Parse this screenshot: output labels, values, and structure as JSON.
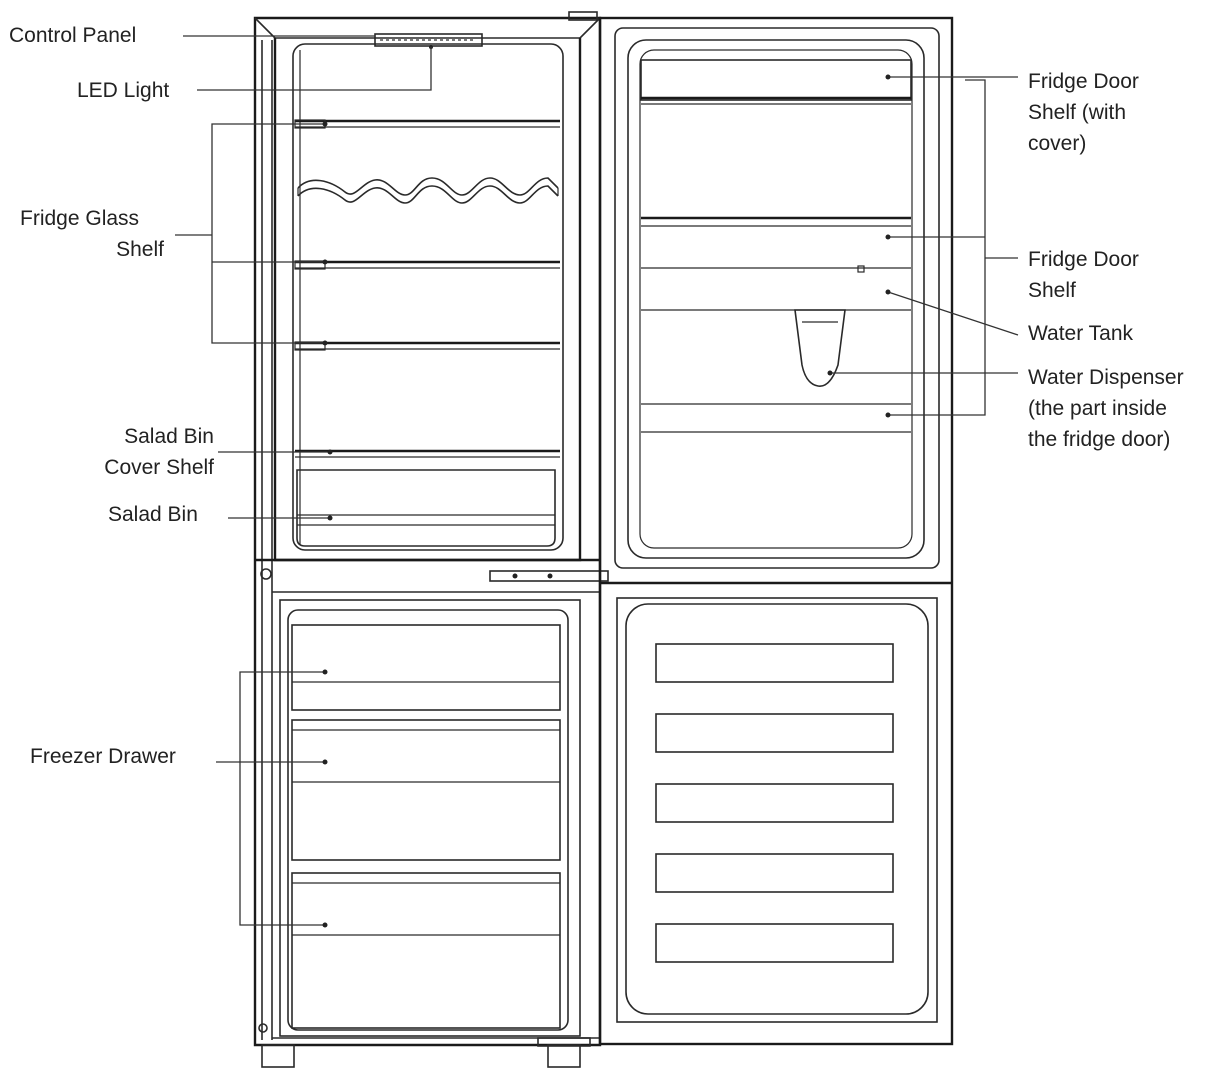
{
  "labels": {
    "control_panel": [
      "Control Panel"
    ],
    "led_light": [
      "LED Light"
    ],
    "fridge_glass_shelf": [
      "Fridge Glass",
      "Shelf"
    ],
    "salad_bin_cover_shelf": [
      "Salad Bin",
      "Cover Shelf"
    ],
    "salad_bin": [
      "Salad Bin"
    ],
    "freezer_drawer": [
      "Freezer Drawer"
    ],
    "fridge_door_shelf_cover": [
      "Fridge Door",
      "Shelf (with",
      "cover)"
    ],
    "fridge_door_shelf": [
      "Fridge Door",
      "Shelf"
    ],
    "water_tank": [
      "Water Tank"
    ],
    "water_dispenser": [
      "Water Dispenser",
      "(the part inside",
      "the fridge door)"
    ]
  }
}
